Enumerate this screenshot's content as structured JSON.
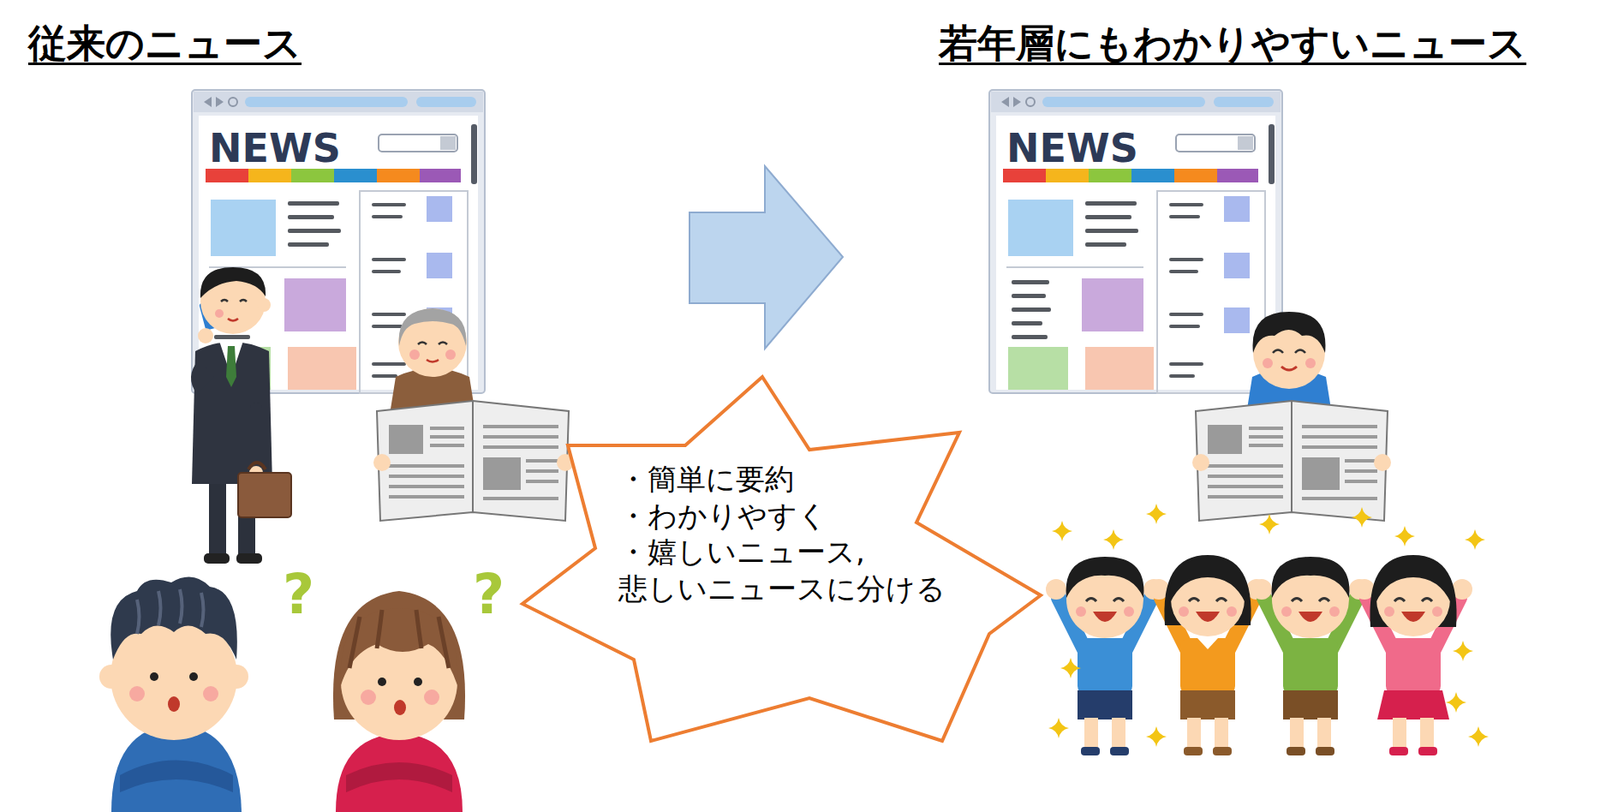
{
  "diagram": {
    "nodes": [
      {
        "text": [
          "・簡単に要約",
          "・わかりやすく",
          "・嬉しいニュース, 悲しいニュースに分ける"
        ]
      }
    ],
    "labels": [
      "従来のニュース",
      "若年層にもわかりやすいニュース",
      "NEWS",
      "NEWS",
      "?",
      "?"
    ]
  }
}
